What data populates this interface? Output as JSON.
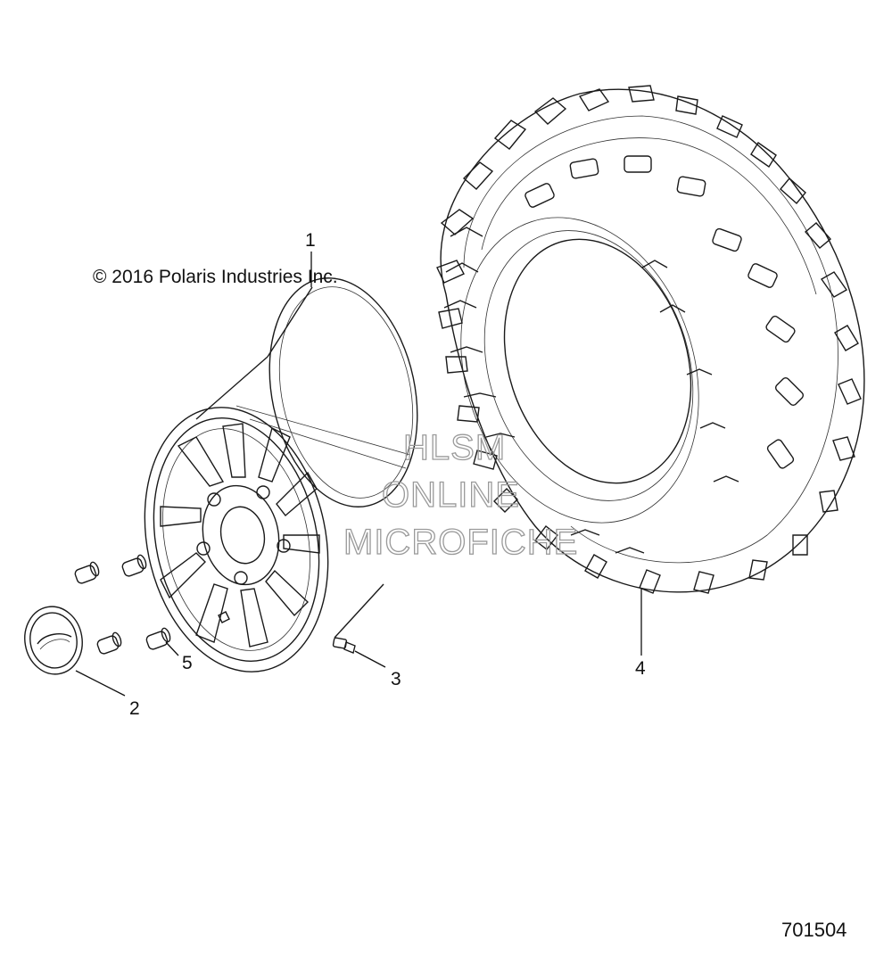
{
  "copyright": "© 2016 Polaris Industries Inc.",
  "diagram_number": "701504",
  "callouts": {
    "c1": "1",
    "c2": "2",
    "c3": "3",
    "c4": "4",
    "c5": "5"
  },
  "watermark": {
    "line1": "HLSM",
    "line2": "ONLINE",
    "line3": "MICROFICHE"
  }
}
